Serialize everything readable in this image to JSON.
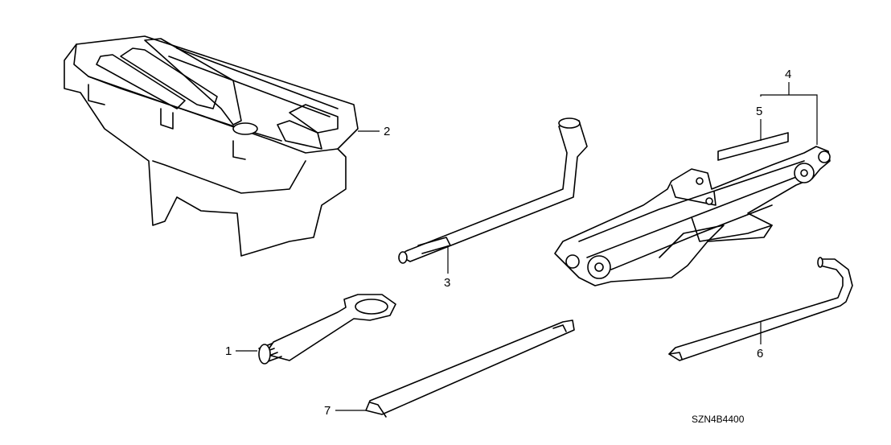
{
  "callouts": {
    "1": "1",
    "2": "2",
    "3": "3",
    "4": "4",
    "5": "5",
    "6": "6",
    "7": "7"
  },
  "diagram_code": "SZN4B4400"
}
